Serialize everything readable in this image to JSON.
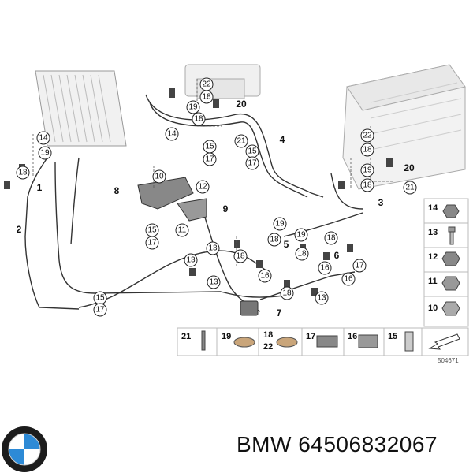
{
  "callouts_circle": [
    {
      "id": "c22a",
      "t": "22"
    },
    {
      "id": "c18a",
      "t": "18"
    },
    {
      "id": "c19a",
      "t": "19"
    },
    {
      "id": "c18b",
      "t": "18"
    },
    {
      "id": "c14a",
      "t": "14"
    },
    {
      "id": "c14b",
      "t": "14"
    },
    {
      "id": "c19b",
      "t": "19"
    },
    {
      "id": "c18c",
      "t": "18"
    },
    {
      "id": "c21a",
      "t": "21"
    },
    {
      "id": "c15a",
      "t": "15"
    },
    {
      "id": "c17a",
      "t": "17"
    },
    {
      "id": "c15b",
      "t": "15"
    },
    {
      "id": "c17b",
      "t": "17"
    },
    {
      "id": "c10a",
      "t": "10"
    },
    {
      "id": "c12a",
      "t": "12"
    },
    {
      "id": "c15c",
      "t": "15"
    },
    {
      "id": "c17c",
      "t": "17"
    },
    {
      "id": "c11a",
      "t": "11"
    },
    {
      "id": "c13a",
      "t": "13"
    },
    {
      "id": "c18d",
      "t": "18"
    },
    {
      "id": "c13b",
      "t": "13"
    },
    {
      "id": "c13c",
      "t": "13"
    },
    {
      "id": "c15d",
      "t": "15"
    },
    {
      "id": "c17d",
      "t": "17"
    },
    {
      "id": "c19c",
      "t": "19"
    },
    {
      "id": "c18e",
      "t": "18"
    },
    {
      "id": "c19d",
      "t": "19"
    },
    {
      "id": "c18f",
      "t": "18"
    },
    {
      "id": "c18g",
      "t": "18"
    },
    {
      "id": "c16a",
      "t": "16"
    },
    {
      "id": "c16b",
      "t": "16"
    },
    {
      "id": "c18h",
      "t": "18"
    },
    {
      "id": "c13d",
      "t": "13"
    },
    {
      "id": "c16c",
      "t": "16"
    },
    {
      "id": "c17e",
      "t": "17"
    },
    {
      "id": "c22b",
      "t": "22"
    },
    {
      "id": "c18i",
      "t": "18"
    },
    {
      "id": "c19e",
      "t": "19"
    },
    {
      "id": "c18j",
      "t": "18"
    },
    {
      "id": "c21b",
      "t": "21"
    }
  ],
  "callouts_plain": [
    {
      "id": "p20a",
      "t": "20"
    },
    {
      "id": "p4",
      "t": "4"
    },
    {
      "id": "p1",
      "t": "1"
    },
    {
      "id": "p2",
      "t": "2"
    },
    {
      "id": "p8",
      "t": "8"
    },
    {
      "id": "p9",
      "t": "9"
    },
    {
      "id": "p5",
      "t": "5"
    },
    {
      "id": "p6",
      "t": "6"
    },
    {
      "id": "p7",
      "t": "7"
    },
    {
      "id": "p3",
      "t": "3"
    },
    {
      "id": "p20b",
      "t": "20"
    }
  ],
  "legend_right": [
    "14",
    "13",
    "12",
    "11",
    "10"
  ],
  "legend_bottom": [
    "21",
    "19",
    "18",
    "22",
    "17",
    "16",
    "15"
  ],
  "drawing_id": "504671",
  "brand": "BMW",
  "part_number": "64506832067",
  "colors": {
    "line": "#222222",
    "pipe": "#555555",
    "grey": "#cfcfcf",
    "box": "#bdbdbd"
  }
}
